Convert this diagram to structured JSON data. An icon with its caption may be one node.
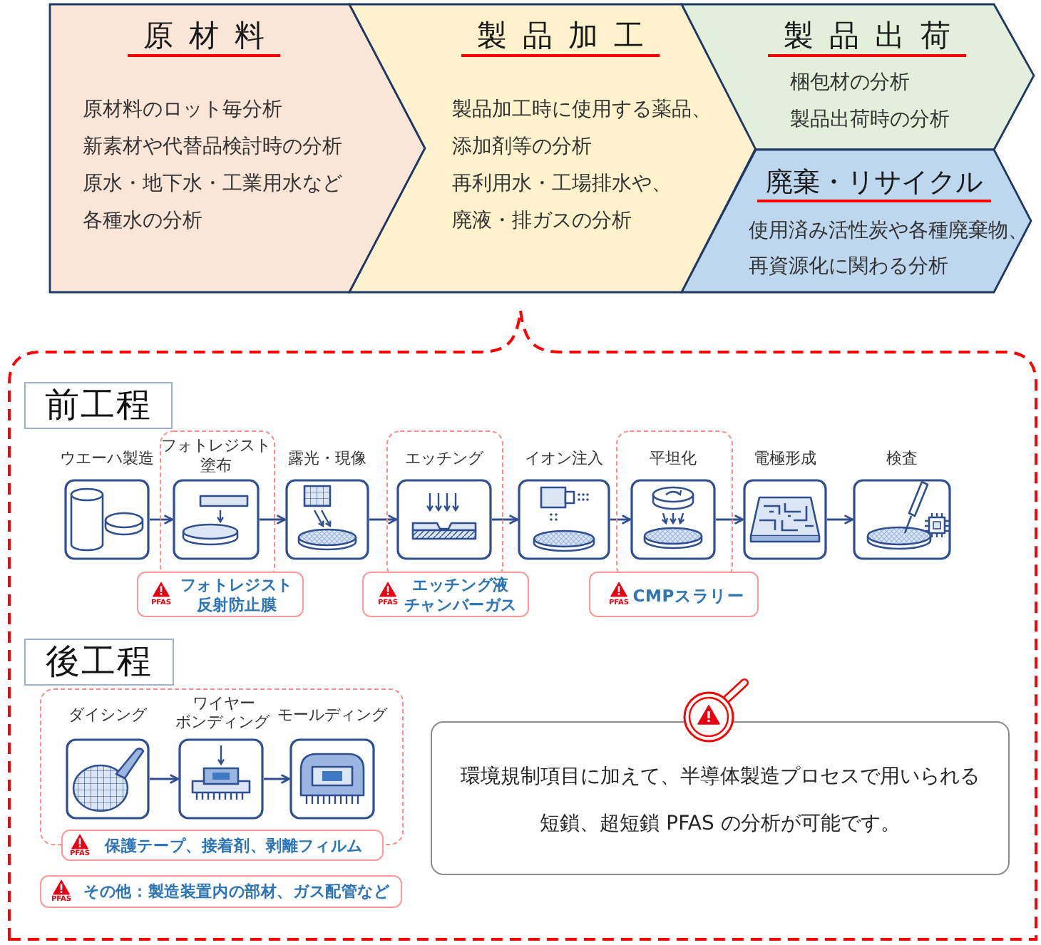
{
  "diagram": {
    "nodes": [
      {
        "text": [
          "原材料",
          "原材料のロット毎分析",
          "新素材や代替品検討時の分析",
          "原水・地下水・工業用水など各種水の分析"
        ]
      },
      {
        "text": [
          "製品加工",
          "製品加工時に使用する薬品、添加剤等の分析",
          "再利用水・工場排水や、廃液・排ガスの分析"
        ]
      },
      {
        "text": [
          "製品出荷",
          "梱包材の分析",
          "製品出荷時の分析"
        ]
      },
      {
        "text": [
          "廃棄・リサイクル",
          "使用済み活性炭や各種廃棄物、再資源化に関わる分析"
        ]
      },
      {
        "text": [],
        "shape": "callout"
      },
      {
        "text": [
          "前工程"
        ],
        "in": 4
      },
      {
        "text": [
          "ウエーハ製造"
        ],
        "in": 4
      },
      {
        "text": [],
        "shape": "box",
        "in": 4
      },
      {
        "text": [
          "フォトレジスト塗布"
        ],
        "in": 7
      },
      {
        "text": [
          "露光・現像"
        ],
        "in": 4
      },
      {
        "text": [],
        "shape": "box",
        "in": 4
      },
      {
        "text": [
          "エッチング"
        ],
        "in": 10
      },
      {
        "text": [
          "イオン注入"
        ],
        "in": 4
      },
      {
        "text": [],
        "shape": "box",
        "in": 4
      },
      {
        "text": [
          "平坦化"
        ],
        "in": 13
      },
      {
        "text": [
          "電極形成"
        ],
        "in": 4
      },
      {
        "text": [
          "検査"
        ],
        "in": 4
      },
      {
        "text": [
          "PFAS",
          "フォトレジスト",
          "反射防止膜"
        ],
        "in": 4
      },
      {
        "text": [
          "PFAS",
          "エッチング液",
          "チャンバーガス"
        ],
        "in": 4
      },
      {
        "text": [
          "PFAS",
          "CMPスラリー"
        ],
        "in": 4
      },
      {
        "text": [
          "後工程"
        ],
        "in": 4
      },
      {
        "text": [],
        "shape": "box",
        "in": 4
      },
      {
        "text": [
          "ダイシング"
        ],
        "in": 21
      },
      {
        "text": [
          "ワイヤーボンディング"
        ],
        "in": 21
      },
      {
        "text": [
          "モールディング"
        ],
        "in": 21
      },
      {
        "text": [
          "PFAS",
          "保護テープ、接着剤、剥離フィルム"
        ],
        "in": 4
      },
      {
        "text": [
          "PFAS",
          "その他：製造装置内の部材、ガス配管など"
        ],
        "in": 4
      },
      {
        "text": [
          "環境規制項目に加えて、半導体製造プロセスで用いられる短鎖、超短鎖 PFAS の分析が可能です。"
        ],
        "in": 4
      }
    ],
    "edges": [
      {
        "from": 6,
        "to": 8,
        "arrow": "to"
      },
      {
        "from": 8,
        "to": 9,
        "arrow": "to"
      },
      {
        "from": 9,
        "to": 11,
        "arrow": "to"
      },
      {
        "from": 11,
        "to": 12,
        "arrow": "to"
      },
      {
        "from": 12,
        "to": 14,
        "arrow": "to"
      },
      {
        "from": 14,
        "to": 15,
        "arrow": "to"
      },
      {
        "from": 15,
        "to": 16,
        "arrow": "to"
      },
      {
        "from": 22,
        "to": 23,
        "arrow": "to"
      },
      {
        "from": 23,
        "to": 24,
        "arrow": "to"
      }
    ]
  }
}
